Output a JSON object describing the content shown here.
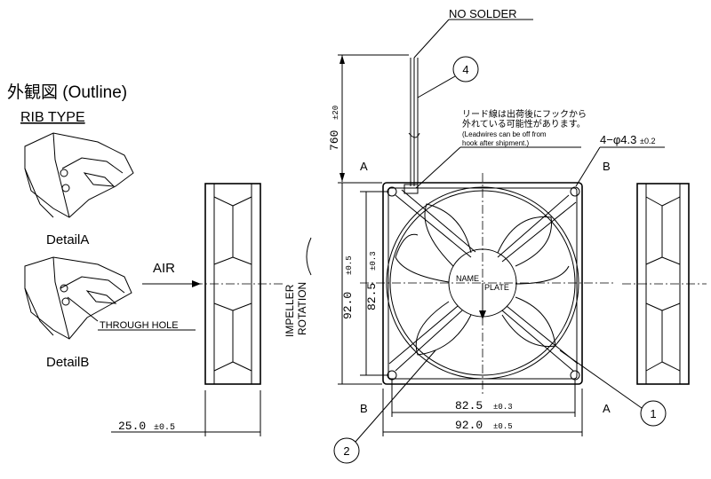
{
  "title": "外観図 (Outline)",
  "subtitle": "RIB TYPE",
  "details": {
    "a": "DetailA",
    "b": "DetailB",
    "through_hole": "THROUGH HOLE"
  },
  "air": "AIR",
  "impeller": [
    "IMPELLER",
    "ROTATION"
  ],
  "no_solder": "NO SOLDER",
  "note_jp": [
    "リード線は出荷後にフックから",
    "外れている可能性があります。"
  ],
  "note_en": [
    "(Leadwires can be off from",
    "hook after shipment.)"
  ],
  "hole_spec": {
    "main": "4−φ4.3",
    "tol": "±0.2"
  },
  "name_plate": [
    "NAME",
    "PLATE"
  ],
  "view_labels": {
    "a_top": "A",
    "b_top": "B",
    "b_bottom": "B",
    "a_bottom": "A"
  },
  "dimensions": {
    "lead_length": {
      "value": "760",
      "tol": "±20"
    },
    "height_outer": {
      "value": "92.0",
      "tol": "±0.5"
    },
    "height_pitch": {
      "value": "82.5",
      "tol": "±0.3"
    },
    "width_pitch": {
      "value": "82.5",
      "tol": "±0.3"
    },
    "width_outer": {
      "value": "92.0",
      "tol": "±0.5"
    },
    "depth": {
      "value": "25.0",
      "tol": "±0.5"
    }
  },
  "balloons": [
    "1",
    "2",
    "4"
  ]
}
